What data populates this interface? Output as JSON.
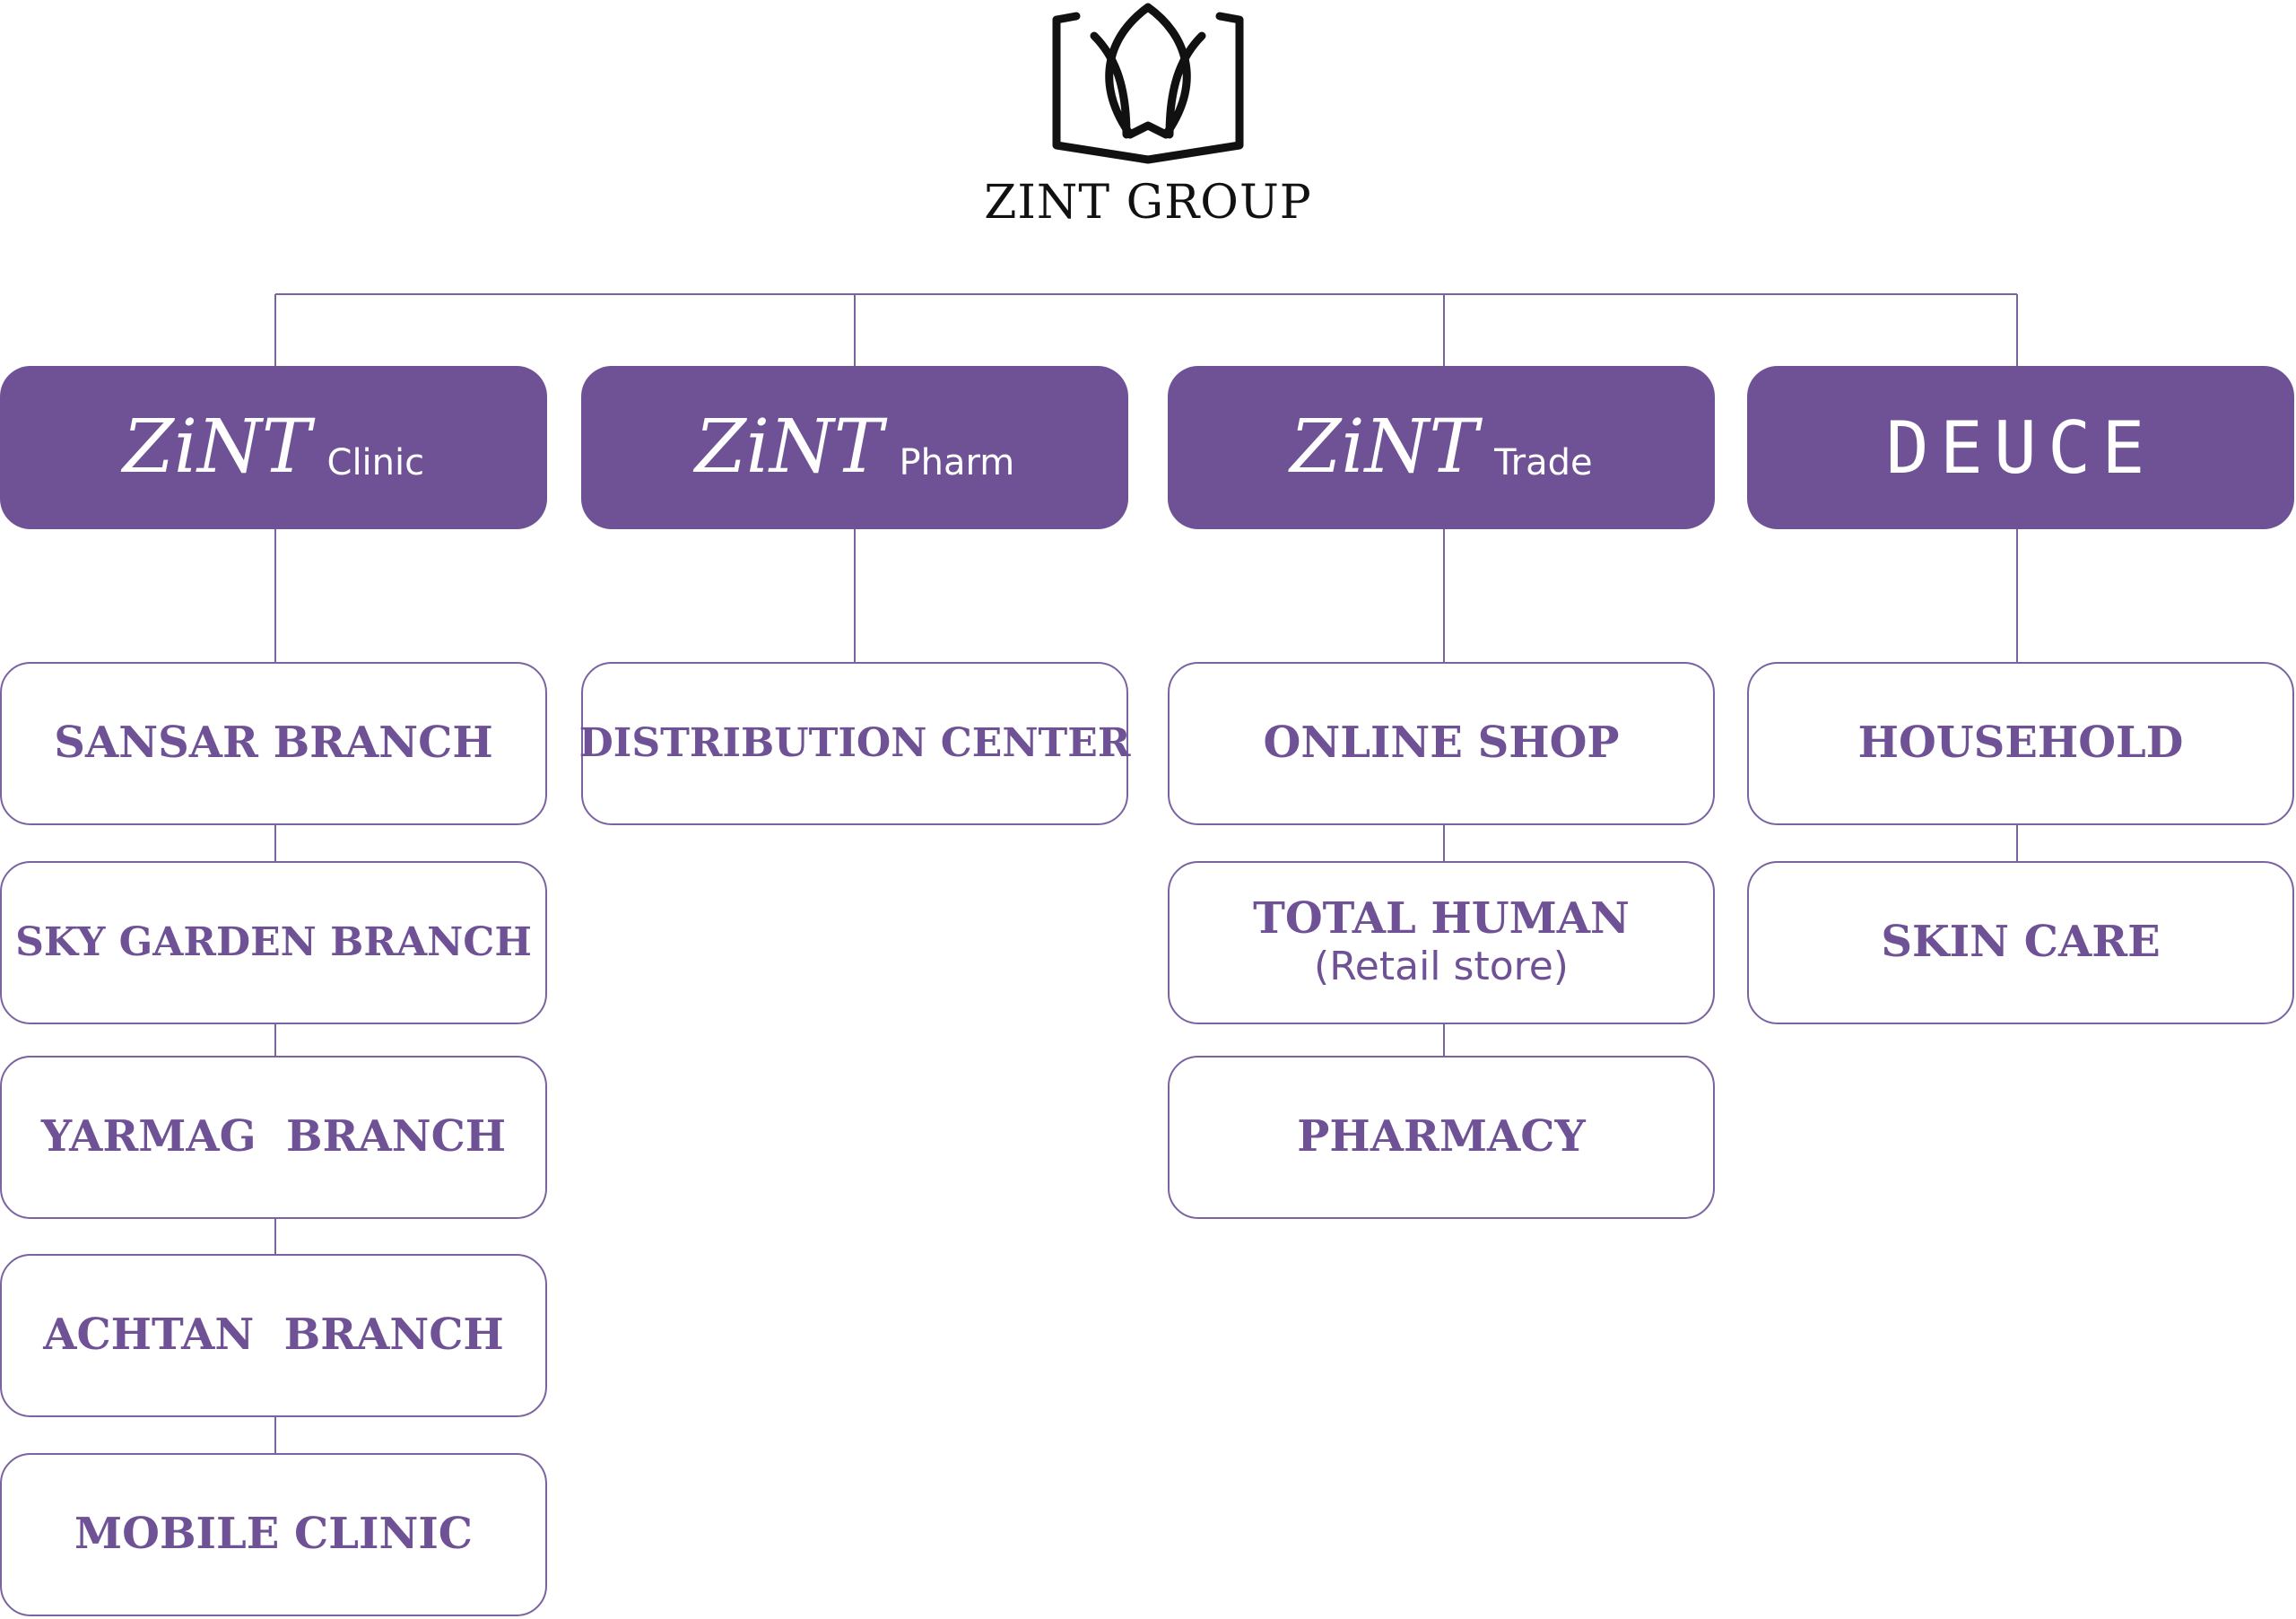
{
  "header": {
    "logo_icon": "open-book-leaf-icon",
    "title": "ZINT GROUP"
  },
  "colors": {
    "brand_purple": "#6f5296",
    "connector": "#7a63a0",
    "title_black": "#111111"
  },
  "brands": [
    {
      "mark": "ZiNT",
      "sub": "Clinic"
    },
    {
      "mark": "ZiNT",
      "sub": "Pharm"
    },
    {
      "mark": "ZiNT",
      "sub": "Trade"
    },
    {
      "mark": "DEUCE"
    }
  ],
  "units": {
    "clinic": [
      "SANSAR BRANCH",
      "SKY GARDEN BRANCH",
      "YARMAG  BRANCH",
      "ACHTAN  BRANCH",
      "MOBILE CLINIC"
    ],
    "pharm": [
      "DISTRIBUTION CENTER"
    ],
    "trade": [
      {
        "label": "ONLINE SHOP"
      },
      {
        "label": "TOTAL HUMAN",
        "note": "(Retail store)"
      },
      {
        "label": "PHARMACY"
      }
    ],
    "deuce": [
      "HOUSEHOLD",
      "SKIN CARE"
    ]
  }
}
